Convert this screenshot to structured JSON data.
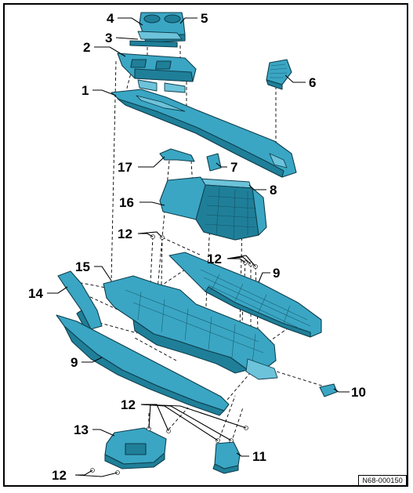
{
  "callouts": {
    "c1": "1",
    "c2": "2",
    "c3": "3",
    "c4": "4",
    "c5": "5",
    "c6": "6",
    "c7": "7",
    "c8": "8",
    "c9a": "9",
    "c9b": "9",
    "c10": "10",
    "c11": "11",
    "c12a": "12",
    "c12b": "12",
    "c12c": "12",
    "c12d": "12",
    "c13": "13",
    "c14": "14",
    "c15": "15",
    "c16": "16",
    "c17": "17"
  },
  "reference_code": "N68-000150",
  "colors": {
    "part_fill": "#3aa6c4",
    "part_dark": "#1f7f99",
    "part_light": "#6cc3da",
    "outline": "#0f3f4d"
  }
}
